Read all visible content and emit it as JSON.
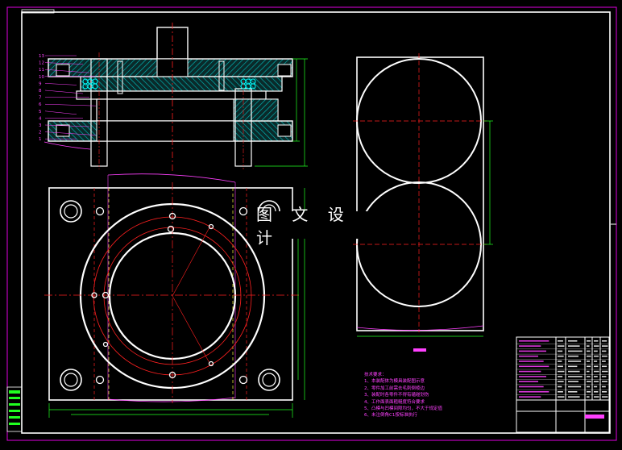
{
  "watermark": {
    "text": "图 文 设 计"
  },
  "tech_notes": {
    "heading": "技术要求：",
    "items": [
      "1、本装配体为模具装配图示意",
      "2、零件加工前需去毛刺倒棱边",
      "3、装配时各零件不得有磕碰划伤",
      "4、工作面表面粗糙度符合要求",
      "5、凸模与凹模间隙均匀，不大于规定值",
      "6、未注倒角C1按标准执行"
    ]
  },
  "part_numbers": [
    "13",
    "12",
    "11",
    "10",
    "9",
    "8",
    "7",
    "6",
    "5",
    "4",
    "3",
    "2",
    "1"
  ],
  "colors": {
    "background": "#000000",
    "outline": "#ffffff",
    "centerline": "#ff2020",
    "dimension": "#20ff20",
    "annotation": "#ff40ff",
    "hatch": "#00ffff",
    "spring": "#00ffff"
  }
}
